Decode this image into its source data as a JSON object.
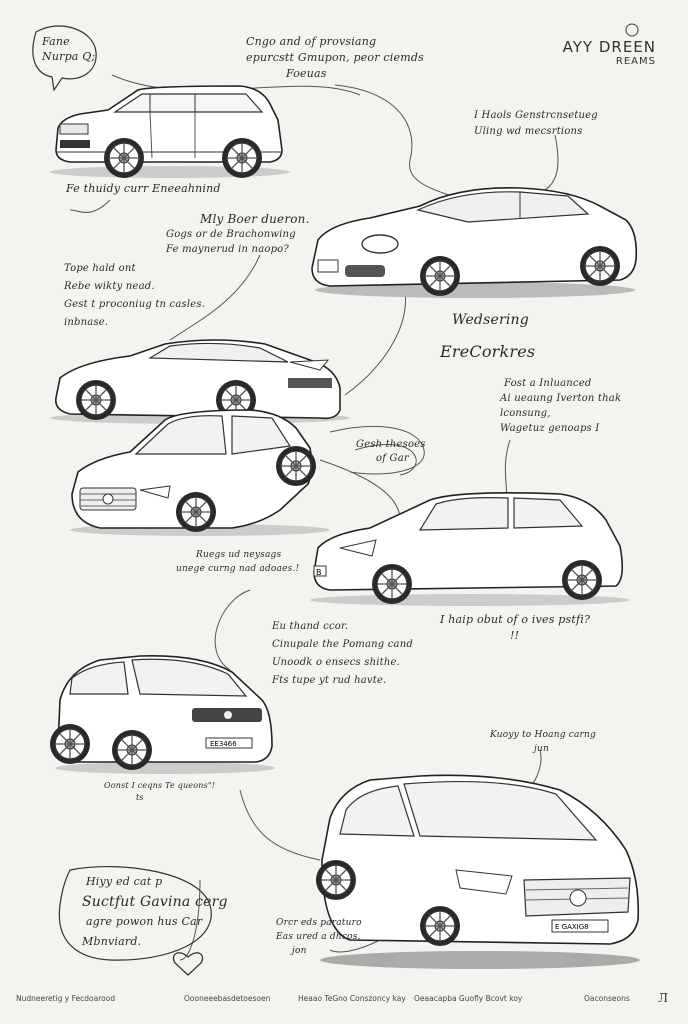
{
  "brand": {
    "title": "AYY DREEN",
    "subtitle": "REAMS"
  },
  "notes": {
    "n1": [
      "Fane",
      "Nurpa Q;"
    ],
    "n2": [
      "Cngo and of provsiang",
      "epurcstt Gmupon, peor ciemds",
      "Foeuas"
    ],
    "n3": [
      "I Haols Genstrcnsetueg",
      "Uling wd mecsrtions"
    ],
    "n4": [
      "Fe thuidy curr Eneeahnind"
    ],
    "n5": [
      "Mly Boer dueron.",
      "Gogs or de Brachonwing",
      "Fe maynerud in naopo?"
    ],
    "n6": [
      "Tope hald ont",
      "Rebe wikty nead.",
      "Gest t proconiug tn casles.",
      "inbnase."
    ],
    "n7": [
      "Wedsering"
    ],
    "n8": [
      "EreCorkres"
    ],
    "n9": [
      "Fost a Inluanced",
      "Ai ueaung Iverton thak",
      "lconsung,",
      "Wagetuz genoaps I"
    ],
    "n10": [
      "Gesh thesoes",
      "of Gar"
    ],
    "n11": [
      "Ruegs ud neysags",
      "unege curng nad adoaes.!"
    ],
    "n12": [
      "I haip obut of o ives pstfi?",
      "!!"
    ],
    "n13": [
      "Eu thand ccor.",
      "Cinupale the Pomang cand",
      "Unoodk o ensecs shithe.",
      "Fts tupe yt rud havte."
    ],
    "n14": [
      "Kuoyy to Hoang carng",
      "jun"
    ],
    "n15": [
      "Oonst I ceqns Te queons\"!",
      "ts"
    ],
    "n16": [
      "Hiyy ed cat p",
      "Suctfut Gavina cerg",
      "agre powon hus Car",
      "Mbnviard."
    ],
    "n17": [
      "Orcr eds paraturo",
      "Eas ured a dhcos.",
      "jon"
    ]
  },
  "car_plates": {
    "crossover": "B",
    "small_suv": "EE3466",
    "hatchback": "E GAXIG8"
  },
  "footer": {
    "f1": "Nudneeretig y Fecdoarood",
    "f2": "Oooneeebasdetoesoen",
    "f3": "Heaao TeGno Conszoncy kay",
    "f4": "Oeaacapba Guofly Bcovt koy",
    "f5": "Oaconseons",
    "mark": "Л"
  }
}
